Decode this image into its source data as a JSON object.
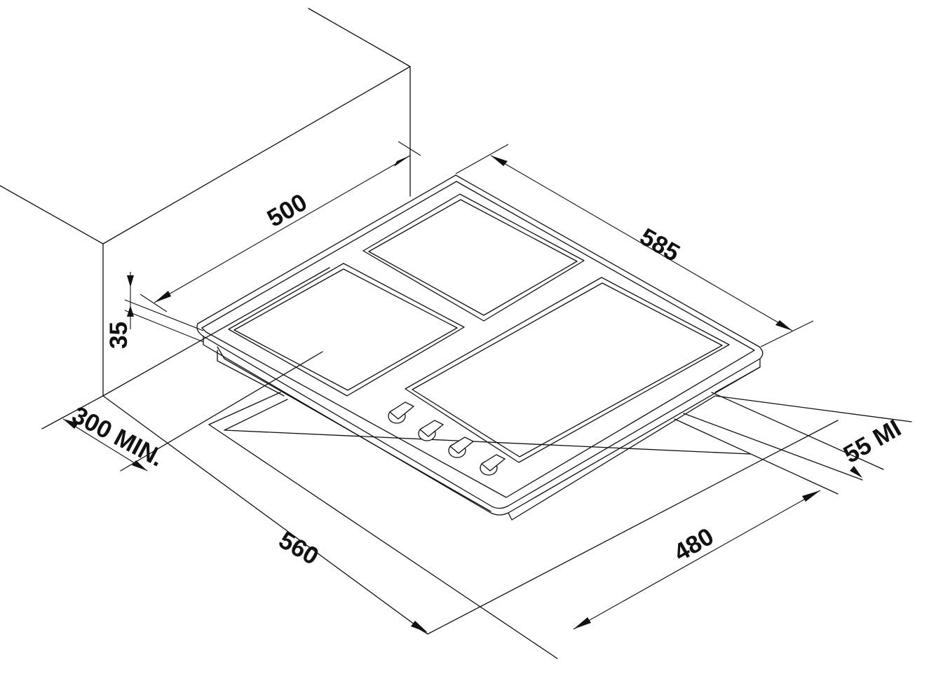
{
  "dimensions": {
    "cabinet_width": "500",
    "hob_depth": "585",
    "thickness": "35",
    "side_clearance": "300 MIN.",
    "hob_width": "560",
    "cutout_depth": "480",
    "rear_clearance": "55 MI"
  },
  "colors": {
    "line": "#111111",
    "background": "#ffffff"
  }
}
